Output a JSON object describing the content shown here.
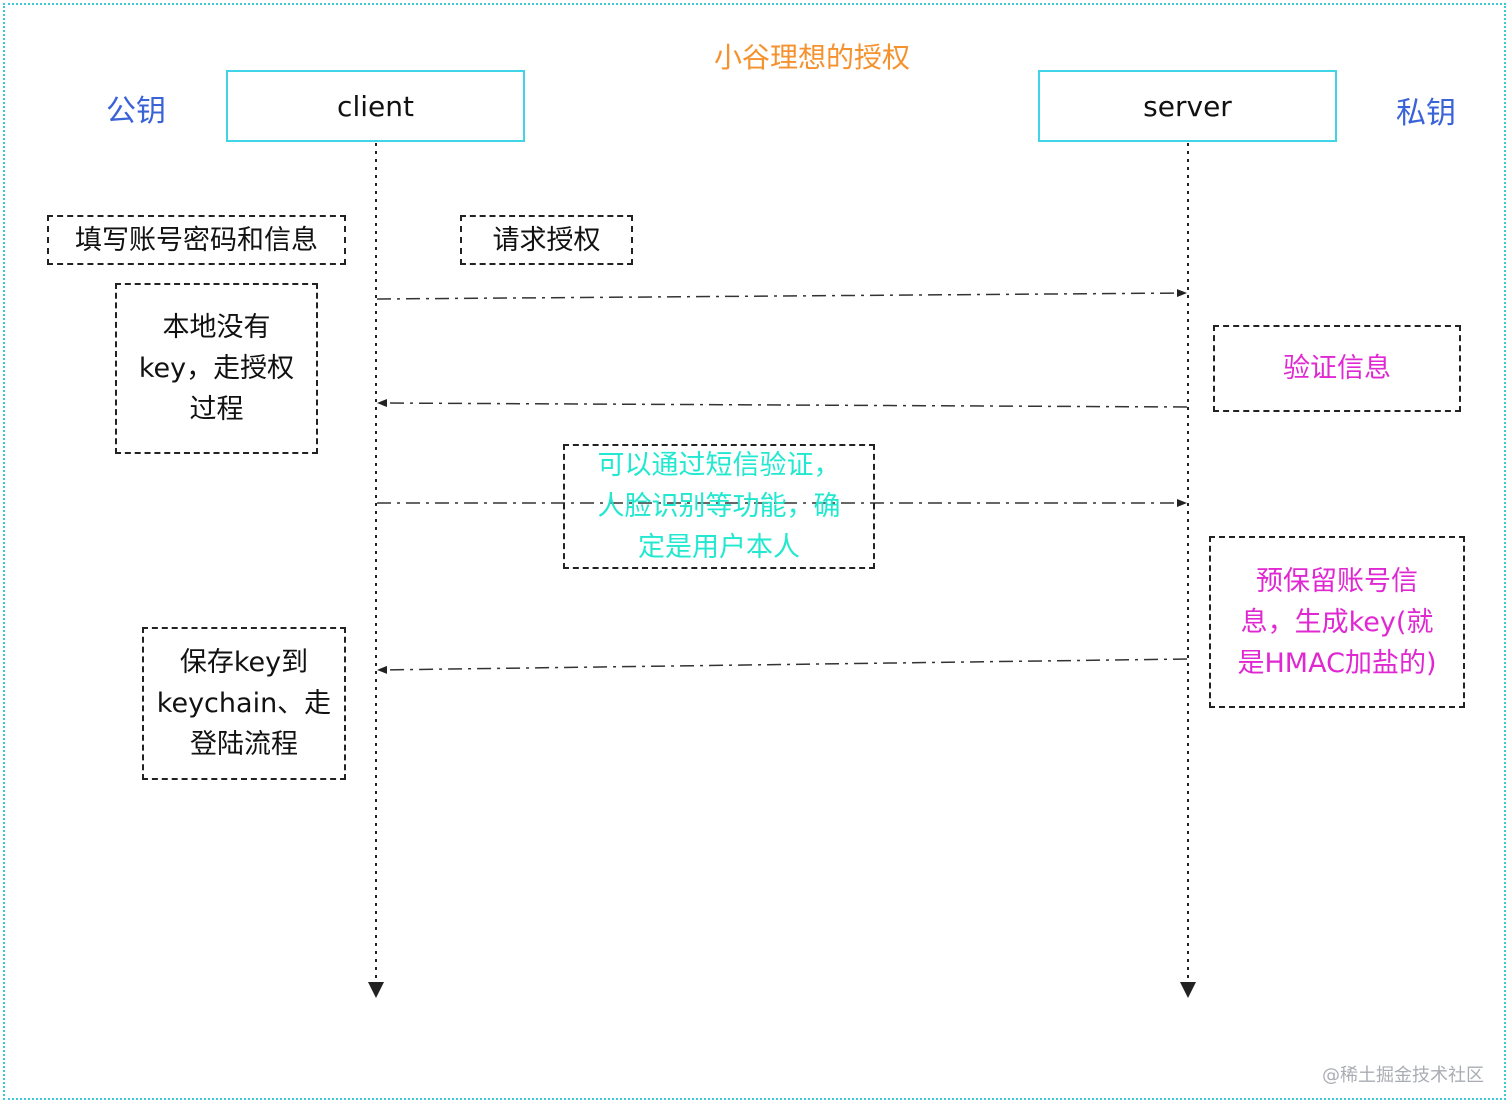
{
  "diagram": {
    "title": "小谷理想的授权",
    "left_label": "公钥",
    "right_label": "私钥",
    "actors": {
      "client": "client",
      "server": "server"
    },
    "notes": {
      "fill_info": "填写账号密码和信息",
      "request_auth": "请求授权",
      "no_key": "本地没有\nkey，走授权\n过程",
      "verify_info": "验证信息",
      "sms_face": "可以通过短信验证，\n人脸识别等功能，确\n定是用户本人",
      "reserve_info": "预保留账号信\n息，生成key(就\n是HMAC加盐的)",
      "save_key": "保存key到\nkeychain、走\n登陆流程"
    },
    "colors": {
      "title": "#f5922e",
      "labels": "#3a63d8",
      "actor_border": "#3fd5e6",
      "magenta_text": "#e028d2",
      "cyan_text": "#22e8d0"
    }
  },
  "watermark": "@稀土掘金技术社区"
}
